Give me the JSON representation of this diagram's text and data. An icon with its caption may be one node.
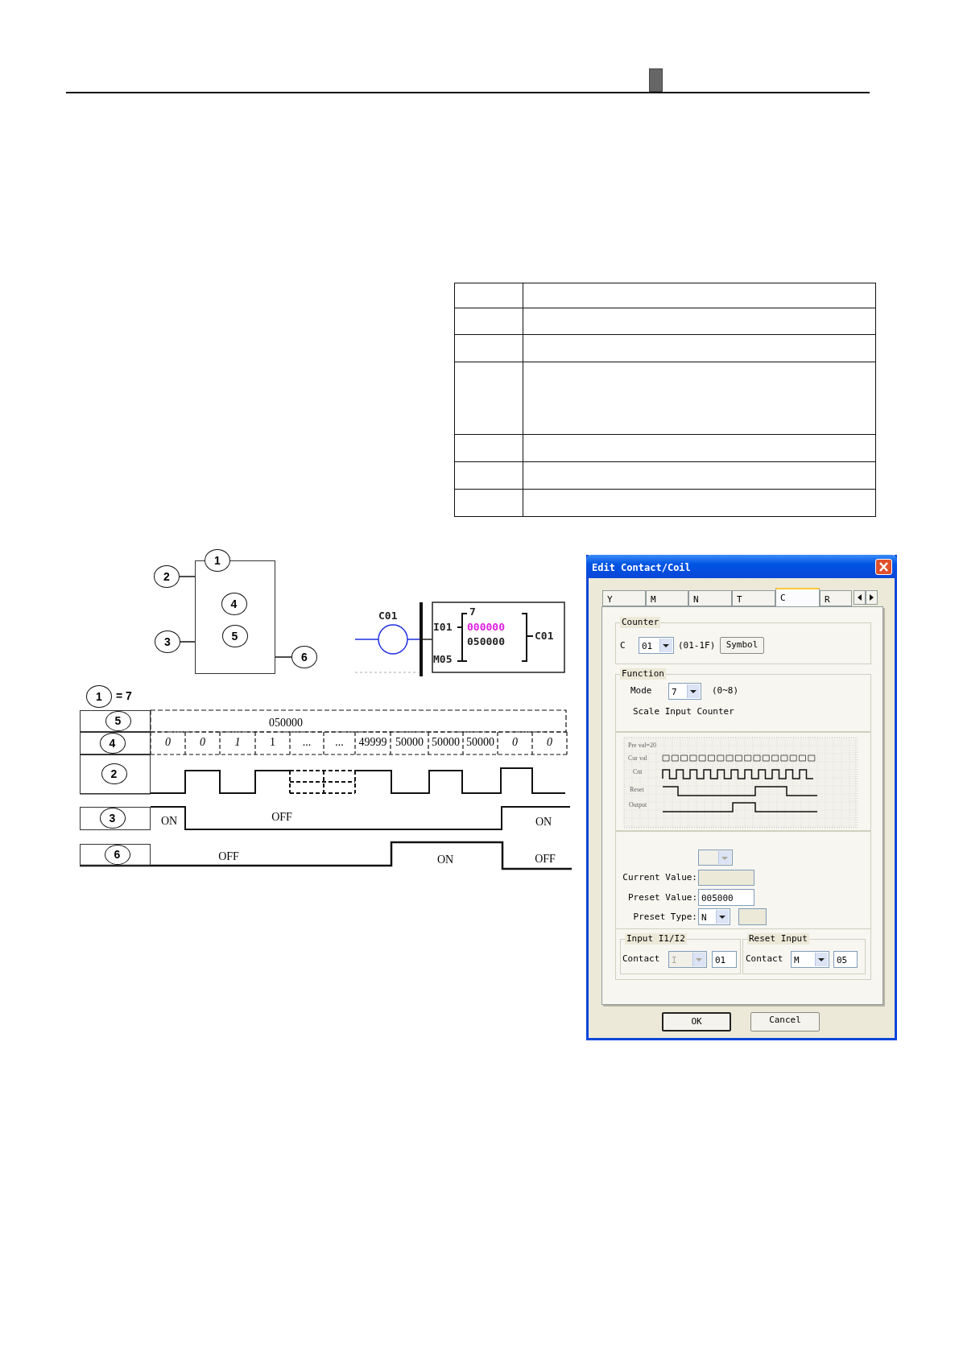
{
  "diagram": {
    "nodes": [
      {
        "text": [],
        "shape": "box"
      },
      {
        "text": [
          "1"
        ]
      },
      {
        "text": [
          "2"
        ]
      },
      {
        "text": [
          "3"
        ]
      },
      {
        "text": [
          "4"
        ],
        "in": 0
      },
      {
        "text": [
          "5"
        ],
        "in": 0
      },
      {
        "text": [
          "6"
        ]
      },
      {
        "text": [
          "1"
        ],
        "beside": [
          "= 7"
        ]
      },
      {
        "text": [],
        "shape": "box"
      },
      {
        "text": [
          "5"
        ],
        "in": 8
      },
      {
        "text": [],
        "shape": "box"
      },
      {
        "text": [
          "4"
        ],
        "in": 10
      },
      {
        "text": [],
        "shape": "box"
      },
      {
        "text": [
          "2"
        ],
        "in": 12
      },
      {
        "text": [],
        "shape": "box"
      },
      {
        "text": [
          "3"
        ],
        "in": 14
      },
      {
        "text": [],
        "shape": "box"
      },
      {
        "text": [
          "6"
        ],
        "in": 16
      }
    ],
    "edges": [
      {
        "from": 2,
        "to": 0,
        "arrow": "none"
      },
      {
        "from": 3,
        "to": 0,
        "arrow": "none"
      },
      {
        "from": 0,
        "to": 6,
        "arrow": "none"
      }
    ],
    "labels": [
      "C01",
      "7",
      "I01",
      "000000",
      "C01",
      "050000",
      "M05",
      "050000",
      "0",
      "0",
      "1",
      "1",
      "...",
      "...",
      "49999",
      "50000",
      "50000",
      "50000",
      "0",
      "0",
      "ON",
      "OFF",
      "ON",
      "OFF",
      "ON",
      "OFF",
      "Edit Contact/Coil",
      "Y",
      "M",
      "N",
      "T",
      "C",
      "R",
      "Counter",
      "C",
      "01",
      "(01-1F)",
      "Symbol",
      "Function",
      "Mode",
      "7",
      "(0~8)",
      "Scale Input Counter",
      "Pre val=20",
      "Cur val",
      "Cnt",
      "Reset",
      "Output",
      "Current Value:",
      "Preset Value:",
      "005000",
      "Preset Type:",
      "N",
      "Input I1/I2",
      "Contact",
      "I",
      "01",
      "Reset Input",
      "Contact",
      "M",
      "05",
      "OK",
      "Cancel"
    ]
  }
}
